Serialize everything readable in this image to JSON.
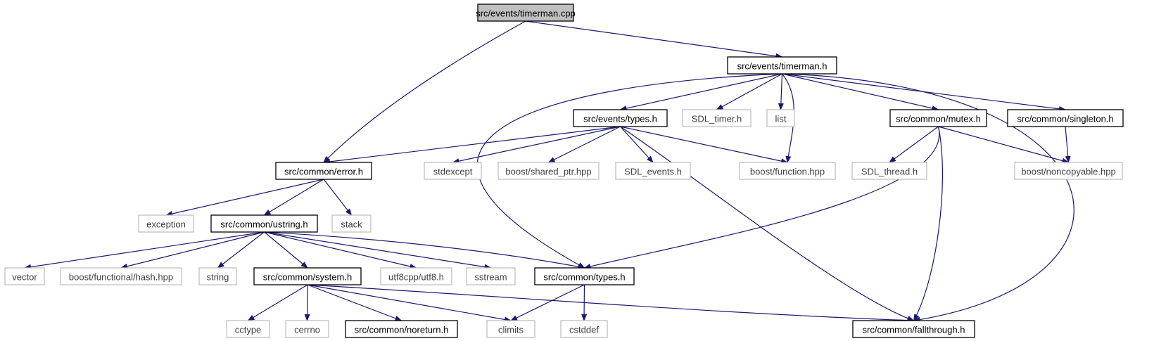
{
  "colors": {
    "edge": "#191970",
    "root_fill": "#bfbfbf",
    "root_stroke": "#000000",
    "project_stroke": "#000000",
    "system_stroke": "#bfbfbf",
    "project_text": "#000000",
    "system_text": "#3f3f3f"
  },
  "nodes": [
    {
      "id": "timerman_cpp",
      "label": "src/events/timerman.cpp",
      "kind": "root"
    },
    {
      "id": "timerman_h",
      "label": "src/events/timerman.h",
      "kind": "project"
    },
    {
      "id": "events_types_h",
      "label": "src/events/types.h",
      "kind": "project"
    },
    {
      "id": "sdl_timer_h",
      "label": "SDL_timer.h",
      "kind": "system"
    },
    {
      "id": "list",
      "label": "list",
      "kind": "system"
    },
    {
      "id": "mutex_h",
      "label": "src/common/mutex.h",
      "kind": "project"
    },
    {
      "id": "singleton_h",
      "label": "src/common/singleton.h",
      "kind": "project"
    },
    {
      "id": "error_h",
      "label": "src/common/error.h",
      "kind": "project"
    },
    {
      "id": "stdexcept",
      "label": "stdexcept",
      "kind": "system"
    },
    {
      "id": "shared_ptr_hpp",
      "label": "boost/shared_ptr.hpp",
      "kind": "system"
    },
    {
      "id": "sdl_events_h",
      "label": "SDL_events.h",
      "kind": "system"
    },
    {
      "id": "function_hpp",
      "label": "boost/function.hpp",
      "kind": "system"
    },
    {
      "id": "sdl_thread_h",
      "label": "SDL_thread.h",
      "kind": "system"
    },
    {
      "id": "noncopyable_hpp",
      "label": "boost/noncopyable.hpp",
      "kind": "system"
    },
    {
      "id": "exception",
      "label": "exception",
      "kind": "system"
    },
    {
      "id": "ustring_h",
      "label": "src/common/ustring.h",
      "kind": "project"
    },
    {
      "id": "stack",
      "label": "stack",
      "kind": "system"
    },
    {
      "id": "vector",
      "label": "vector",
      "kind": "system"
    },
    {
      "id": "hash_hpp",
      "label": "boost/functional/hash.hpp",
      "kind": "system"
    },
    {
      "id": "string",
      "label": "string",
      "kind": "system"
    },
    {
      "id": "system_h",
      "label": "src/common/system.h",
      "kind": "project"
    },
    {
      "id": "utf8_h",
      "label": "utf8cpp/utf8.h",
      "kind": "system"
    },
    {
      "id": "sstream",
      "label": "sstream",
      "kind": "system"
    },
    {
      "id": "common_types_h",
      "label": "src/common/types.h",
      "kind": "project"
    },
    {
      "id": "cctype",
      "label": "cctype",
      "kind": "system"
    },
    {
      "id": "cerrno",
      "label": "cerrno",
      "kind": "system"
    },
    {
      "id": "noreturn_h",
      "label": "src/common/noreturn.h",
      "kind": "project"
    },
    {
      "id": "climits",
      "label": "climits",
      "kind": "system"
    },
    {
      "id": "cstddef",
      "label": "cstddef",
      "kind": "system"
    },
    {
      "id": "fallthrough_h",
      "label": "src/common/fallthrough.h",
      "kind": "project"
    }
  ],
  "edges": [
    [
      "timerman_cpp",
      "timerman_h"
    ],
    [
      "timerman_cpp",
      "error_h"
    ],
    [
      "timerman_h",
      "events_types_h"
    ],
    [
      "timerman_h",
      "sdl_timer_h"
    ],
    [
      "timerman_h",
      "list"
    ],
    [
      "timerman_h",
      "function_hpp"
    ],
    [
      "timerman_h",
      "mutex_h"
    ],
    [
      "timerman_h",
      "singleton_h"
    ],
    [
      "timerman_h",
      "common_types_h"
    ],
    [
      "timerman_h",
      "fallthrough_h"
    ],
    [
      "events_types_h",
      "error_h"
    ],
    [
      "events_types_h",
      "stdexcept"
    ],
    [
      "events_types_h",
      "shared_ptr_hpp"
    ],
    [
      "events_types_h",
      "sdl_events_h"
    ],
    [
      "events_types_h",
      "function_hpp"
    ],
    [
      "events_types_h",
      "fallthrough_h"
    ],
    [
      "mutex_h",
      "sdl_thread_h"
    ],
    [
      "mutex_h",
      "noncopyable_hpp"
    ],
    [
      "mutex_h",
      "common_types_h"
    ],
    [
      "mutex_h",
      "fallthrough_h"
    ],
    [
      "singleton_h",
      "noncopyable_hpp"
    ],
    [
      "error_h",
      "exception"
    ],
    [
      "error_h",
      "ustring_h"
    ],
    [
      "error_h",
      "stack"
    ],
    [
      "ustring_h",
      "vector"
    ],
    [
      "ustring_h",
      "hash_hpp"
    ],
    [
      "ustring_h",
      "string"
    ],
    [
      "ustring_h",
      "system_h"
    ],
    [
      "ustring_h",
      "utf8_h"
    ],
    [
      "ustring_h",
      "sstream"
    ],
    [
      "ustring_h",
      "common_types_h"
    ],
    [
      "system_h",
      "cctype"
    ],
    [
      "system_h",
      "cerrno"
    ],
    [
      "system_h",
      "noreturn_h"
    ],
    [
      "system_h",
      "climits"
    ],
    [
      "system_h",
      "fallthrough_h"
    ],
    [
      "common_types_h",
      "climits"
    ],
    [
      "common_types_h",
      "cstddef"
    ]
  ]
}
